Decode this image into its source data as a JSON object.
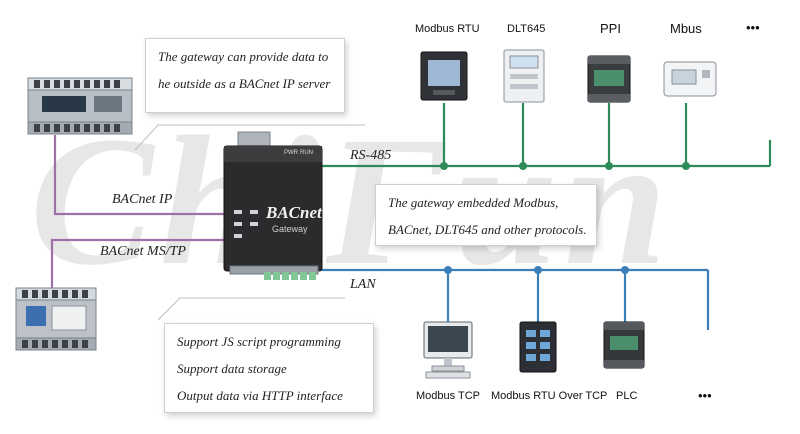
{
  "watermark": "ChiFun",
  "boxes": {
    "server": [
      "The gateway can provide data to",
      "he outside as a BACnet IP server"
    ],
    "protocols": [
      "The gateway embedded Modbus,",
      "BACnet, DLT645 and other protocols."
    ],
    "features": [
      "Support JS script programming",
      "Support data storage",
      "Output data via HTTP interface"
    ]
  },
  "bus_labels": {
    "rs485": "RS-485",
    "lan": "LAN",
    "bacnet_ip": "BACnet IP",
    "bacnet_mstp": "BACnet MS/TP"
  },
  "gateway": {
    "brand": "BACnet",
    "subtitle": "Gateway",
    "pwr": "PWR",
    "run": "RUN"
  },
  "rs485_devices": [
    "Modbus RTU",
    "DLT645",
    "PPI",
    "Mbus",
    "•••"
  ],
  "lan_devices": [
    "Modbus TCP",
    "Modbus RTU Over TCP",
    "PLC",
    "•••"
  ],
  "colors": {
    "rs485_line": "#2e8b57",
    "lan_line": "#3a7fb8",
    "bacnet_line": "#a070a8",
    "box_border": "#cfcfcf"
  }
}
